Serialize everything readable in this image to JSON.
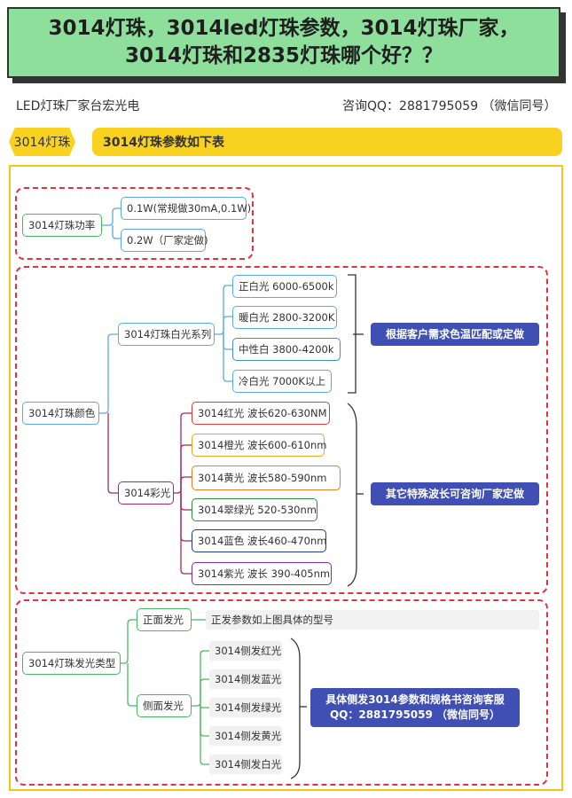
{
  "title": {
    "line1": "3014灯珠，3014led灯珠参数，3014灯珠厂家，",
    "line2": "3014灯珠和2835灯珠哪个好？？"
  },
  "header": {
    "company": "LED灯珠厂家台宏光电",
    "contact": "咨询QQ：2881795059 （微信同号）"
  },
  "section": {
    "tag": "3014灯珠",
    "banner": "3014灯珠参数如下表"
  },
  "power": {
    "root": "3014灯珠功率",
    "items": [
      "0.1W(常规做30mA,0.1W)",
      "0.2W（厂家定做)"
    ]
  },
  "color": {
    "root": "3014灯珠颜色",
    "white": {
      "label": "3014灯珠白光系列",
      "items": [
        "正白光 6000-6500k",
        "暖白光 2800-3200K",
        "中性白  3800-4200k",
        "冷白光  7000K以上"
      ],
      "note": "根据客户需求色温匹配或定做"
    },
    "rgb": {
      "label": "3014彩光",
      "items": [
        "3014红光 波长620-630NM",
        "3014橙光 波长600-610nm",
        "3014黄光  波长580-590nm",
        "3014翠绿光 520-530nm",
        "3014蓝色 波长460-470nm",
        "3014紫光 波长 390-405nm"
      ],
      "note": "其它特殊波长可咨询厂家定做"
    }
  },
  "emit": {
    "root": "3014灯珠发光类型",
    "front": {
      "label": "正面发光",
      "desc": "正发参数如上图具体的型号"
    },
    "side": {
      "label": "侧面发光",
      "items": [
        "3014侧发红光",
        "3014侧发蓝光",
        "3014侧发绿光",
        "3014侧发黄光",
        "3014侧发白光"
      ],
      "note_line1": "具体侧发3014参数和规格书咨询客服",
      "note_line2": "QQ：2881795059 （微信同号）"
    }
  },
  "colors": {
    "title_bg": "#8fdf9c",
    "yellow": "#f8d21f",
    "dashed_red": "#e2313f",
    "node_blue": "#5aa9e6",
    "node_green": "#4bb760",
    "node_maroon": "#a4285a",
    "note_bg": "#3f4fb4",
    "led_red": "#e03a3a",
    "led_orange": "#f0a321",
    "led_yellow": "#ef7b22",
    "led_green": "#2f8c3a",
    "led_blue": "#1e3c8f",
    "led_purple": "#7b2e9e"
  }
}
